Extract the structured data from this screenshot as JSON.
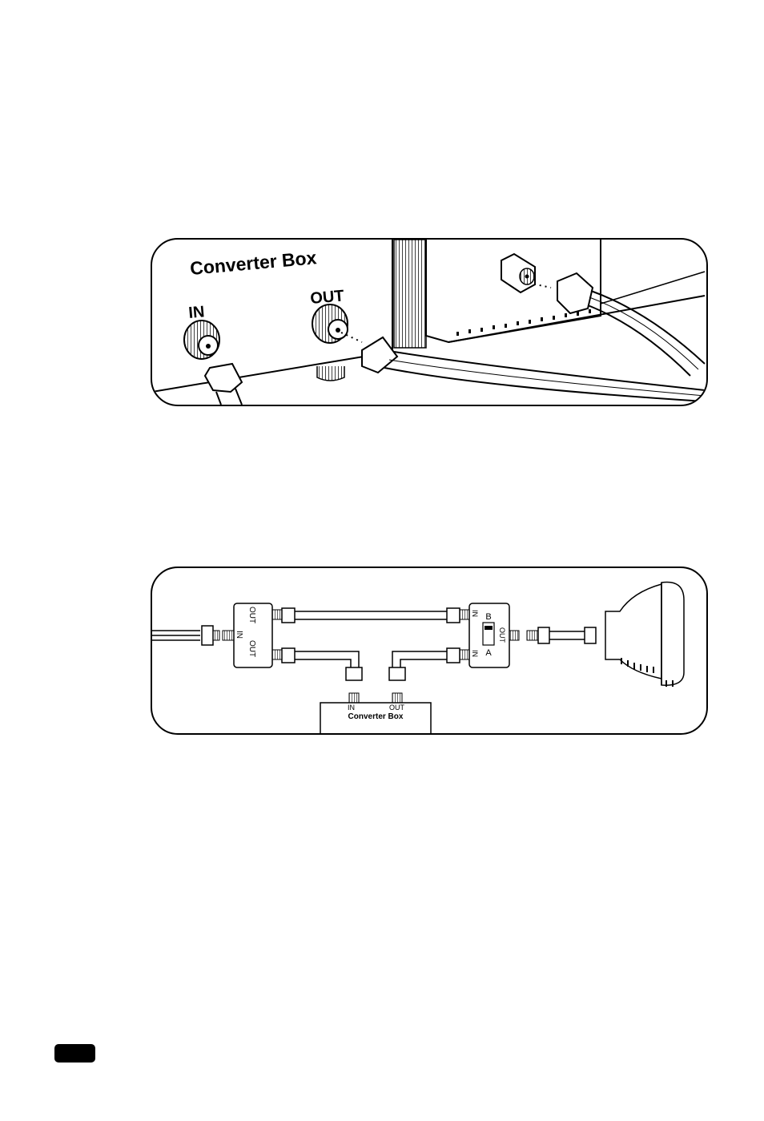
{
  "figure_top": {
    "title": "Converter Box",
    "in_label": "IN",
    "out_label": "OUT"
  },
  "figure_bottom": {
    "splitter_out_top": "OUT",
    "splitter_in": "IN",
    "splitter_out_bottom": "OUT",
    "ab_switch_in_top": "IN",
    "ab_switch_b": "B",
    "ab_switch_out": "OUT",
    "ab_switch_a": "A",
    "ab_switch_in_bottom": "IN",
    "converter_in": "IN",
    "converter_out": "OUT",
    "converter_label": "Converter Box"
  },
  "colors": {
    "ink": "#000000",
    "paper": "#ffffff"
  }
}
